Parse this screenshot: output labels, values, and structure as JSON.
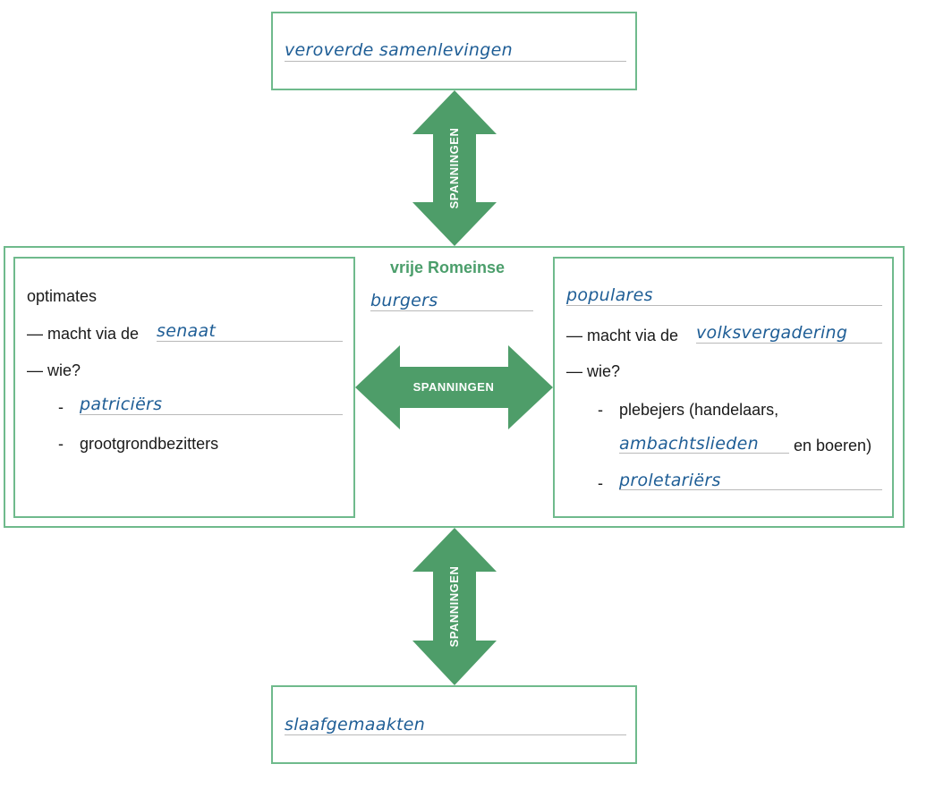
{
  "top_box": {
    "answer": "veroverde samenlevingen"
  },
  "bottom_box": {
    "answer": "slaafgemaakten"
  },
  "center": {
    "title": "vrije Romeinse",
    "answer": "burgers",
    "arrow_label": "SPANNINGEN"
  },
  "arrows": {
    "top_label": "SPANNINGEN",
    "bottom_label": "SPANNINGEN"
  },
  "left_box": {
    "heading": "optimates",
    "line1_prefix": "— macht via de",
    "line1_answer": "senaat",
    "line2": "— wie?",
    "bullet1_dash": "-",
    "bullet1_answer": "patriciërs",
    "bullet2_dash": "-",
    "bullet2_text": "grootgrondbezitters"
  },
  "right_box": {
    "heading_answer": "populares",
    "line1_prefix": "— macht via de",
    "line1_answer": "volksvergadering",
    "line2": "— wie?",
    "bullet1_dash": "-",
    "bullet1_text": "plebejers (handelaars,",
    "bullet1_answer": "ambachtslieden",
    "bullet1_suffix": "en boeren)",
    "bullet2_dash": "-",
    "bullet2_answer": "proletariërs"
  },
  "colors": {
    "border": "#6fba8c",
    "arrow": "#4e9d69",
    "answer_text": "#1f5e96",
    "title_green": "#4b9e6b"
  }
}
